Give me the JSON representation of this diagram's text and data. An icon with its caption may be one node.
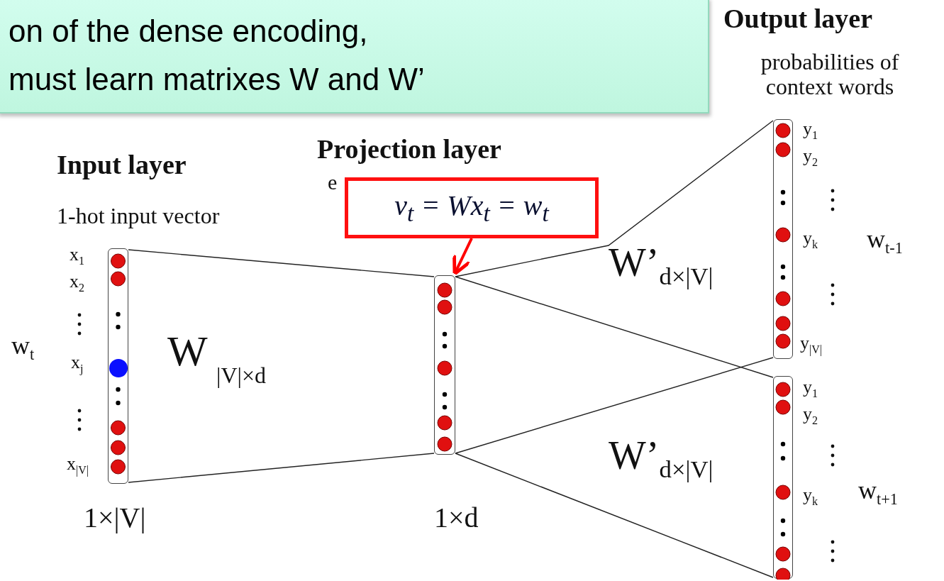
{
  "diagram": {
    "nodes": [
      {
        "text": [
          "on of the dense encoding, must learn matrixes W and W’"
        ]
      },
      {
        "text": [
          "v$_{t}$ = Wx$_{t}$ = w$_{t}$"
        ]
      },
      {
        "text": [],
        "shape": "bar"
      },
      {
        "text": [],
        "shape": "bar"
      },
      {
        "text": [],
        "shape": "bar"
      },
      {
        "text": [],
        "shape": "bar"
      }
    ],
    "edges": [
      {
        "from": 1,
        "to": 3,
        "arrow": "to",
        "style": "thick",
        "color": "#ff0000"
      },
      {
        "from": 2,
        "to": 3,
        "arrow": "none"
      },
      {
        "from": 2,
        "to": 3,
        "arrow": "none"
      },
      {
        "from": 3,
        "to": 4,
        "arrow": "none"
      },
      {
        "from": 3,
        "to": 4,
        "arrow": "none"
      },
      {
        "from": 3,
        "to": 5,
        "arrow": "none"
      },
      {
        "from": 3,
        "to": 5,
        "arrow": "none"
      }
    ],
    "labels": [
      "Output layer",
      "probabilities of context words",
      "y$_{1}$",
      "Projection layer",
      "y$_{2}$",
      "Input layer",
      "e",
      "1-hot input vector",
      "y$_{k}$",
      "w$_{t-1}$",
      "x$_{1}$",
      "W’$_{d×|V|}$",
      "x$_{2}$",
      "w$_{t}$",
      "W",
      "y$_{|V|}$",
      "x$_{j}$",
      "|V|×d",
      "y$_{1}$",
      "y$_{2}$",
      "W’$_{d×|V|}$",
      "x$_{|V|}$",
      "y$_{k}$",
      "w$_{t+1}$",
      "1×|V|",
      "1×d"
    ]
  }
}
